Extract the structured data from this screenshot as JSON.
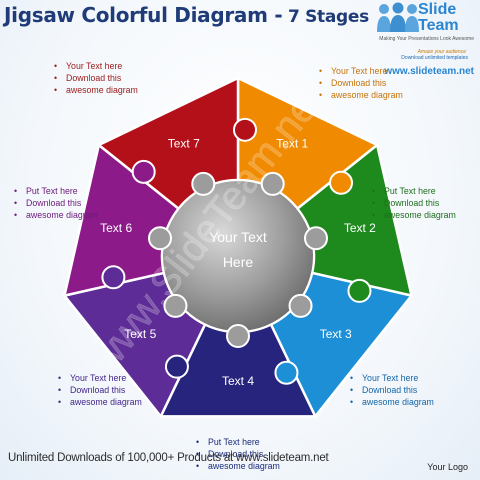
{
  "title": {
    "main": "Jigsaw Colorful Diagram -",
    "sub": " 7 Stages"
  },
  "logo": {
    "brand_line1": "Slide",
    "brand_line2": "Team",
    "tagline": "Making Your Presentations Look Awesome",
    "amaze": "Amaze your audience",
    "download": "Download unlimited templates",
    "url": "www.slideteam.net"
  },
  "center": {
    "line1": "Your Text",
    "line2": "Here"
  },
  "pieces": [
    {
      "label": "Text 1",
      "color": "#f08a00"
    },
    {
      "label": "Text 2",
      "color": "#1e8a1e"
    },
    {
      "label": "Text 3",
      "color": "#1c8fd6"
    },
    {
      "label": "Text 4",
      "color": "#27247d"
    },
    {
      "label": "Text 5",
      "color": "#5e2c96"
    },
    {
      "label": "Text 6",
      "color": "#8c1a88"
    },
    {
      "label": "Text 7",
      "color": "#b3101a"
    }
  ],
  "callouts": {
    "top_left": [
      "Your Text here",
      "Download this",
      "awesome diagram"
    ],
    "top_right": [
      "Your Text here",
      "Download this",
      "awesome diagram"
    ],
    "mid_left": [
      "Put Text here",
      "Download this",
      "awesome diagram"
    ],
    "mid_right": [
      "Put Text here",
      "Download this",
      "awesome diagram"
    ],
    "bottom_left": [
      "Your Text here",
      "Download this",
      "awesome diagram"
    ],
    "bottom_right": [
      "Your Text here",
      "Download this",
      "awesome diagram"
    ],
    "bottom_center": [
      "Put Text here",
      "Download this",
      "awesome diagram"
    ]
  },
  "watermark": "www.SlideTeam.net",
  "footer": "Unlimited Downloads of 100,000+ Products at www.slideteam.net",
  "your_logo": "Your Logo"
}
